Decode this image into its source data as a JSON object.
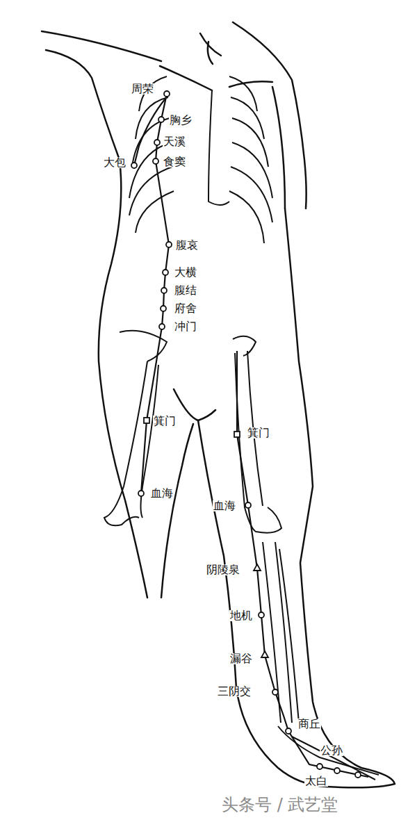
{
  "diagram": {
    "labels": [
      "周荣",
      "胸乡",
      "天溪",
      "食窦",
      "大包",
      "腹哀",
      "大横",
      "腹结",
      "府舍",
      "冲门",
      "箕门",
      "血海",
      "箕门",
      "血海",
      "阴陵泉",
      "地机",
      "漏谷",
      "三阴交",
      "商丘",
      "公孙",
      "太白",
      "头条号 / 武艺堂"
    ]
  }
}
